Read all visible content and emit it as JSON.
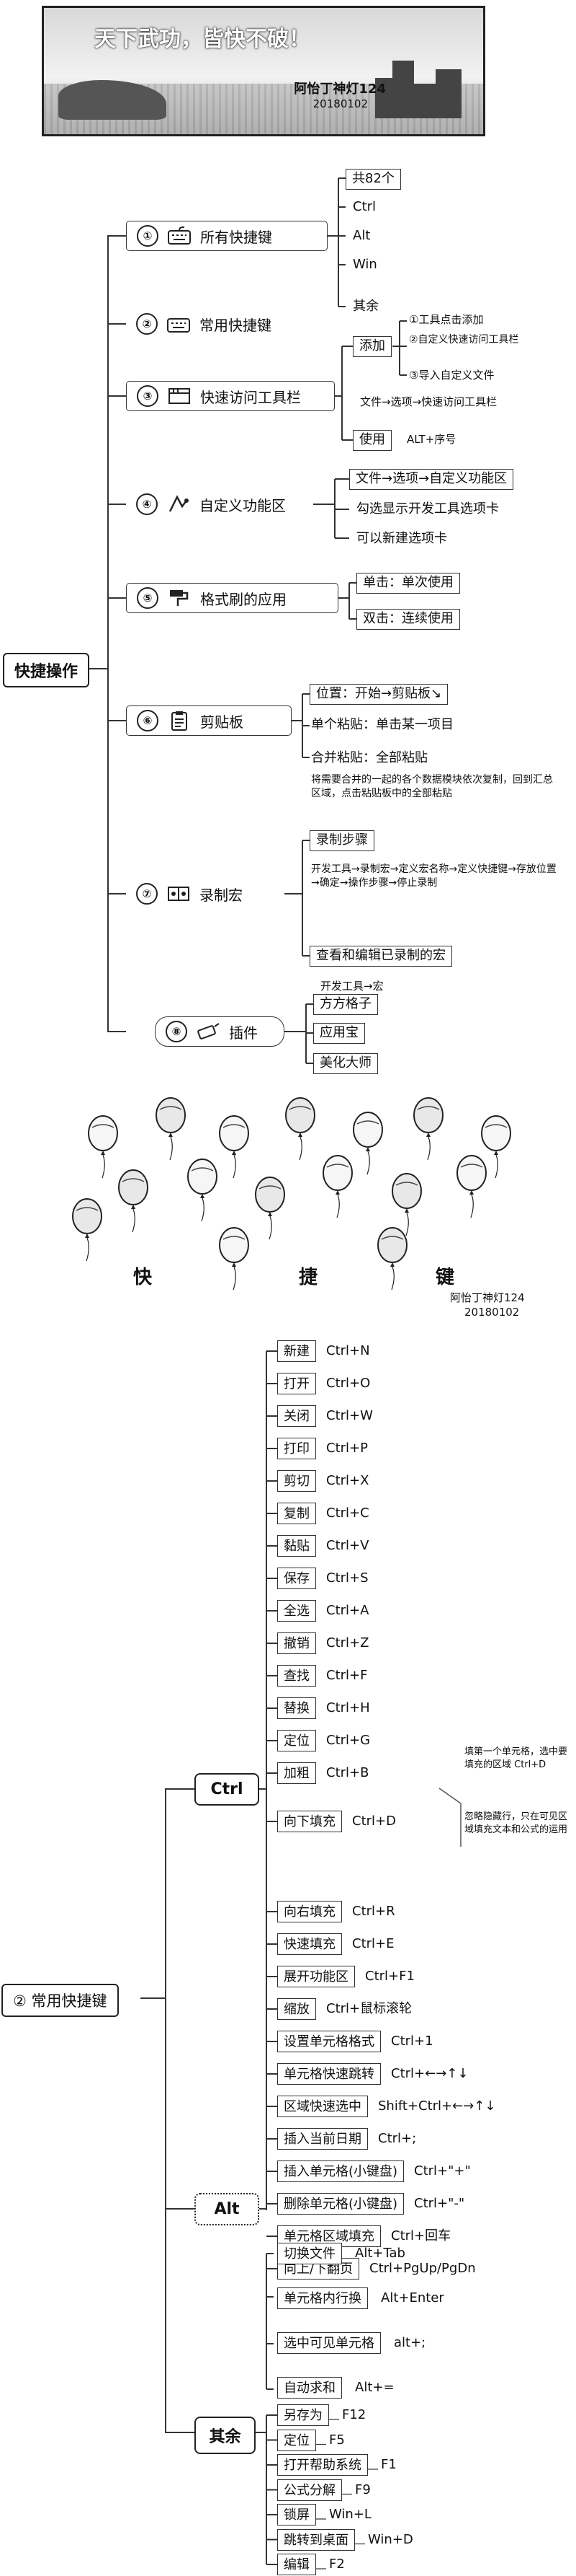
{
  "banner": {
    "slogan": "天下武功，皆快不破！",
    "author": "阿怡丁神灯124",
    "date": "20180102"
  },
  "part1": {
    "root": "快捷操作",
    "topics": [
      {
        "num": "①",
        "title": "所有快捷键",
        "icon": "keyboard-icon",
        "children": [
          "共82个",
          "Ctrl",
          "Alt",
          "Win",
          "其余"
        ]
      },
      {
        "num": "②",
        "title": "常用快捷键",
        "icon": "keyboard-icon"
      },
      {
        "num": "③",
        "title": "快速访问工具栏",
        "icon": "toolbar-icon",
        "add_label": "添加",
        "add_items": [
          "①工具点击添加",
          "②自定义快速访问工具栏",
          "③导入自定义文件"
        ],
        "add_note": "文件→选项→快速访问工具栏",
        "use_label": "使用",
        "use_value": "ALT+序号"
      },
      {
        "num": "④",
        "title": "自定义功能区",
        "icon": "ribbon-icon",
        "children": [
          "文件→选项→自定义功能区",
          "勾选显示开发工具选项卡",
          "可以新建选项卡"
        ]
      },
      {
        "num": "⑤",
        "title": "格式刷的应用",
        "icon": "brush-icon",
        "children": [
          "单击：单次使用",
          "双击：连续使用"
        ]
      },
      {
        "num": "⑥",
        "title": "剪贴板",
        "icon": "clipboard-icon",
        "children": [
          "位置：开始→剪贴板↘",
          "单个粘贴：单击某一项目",
          "合并粘贴：全部粘贴"
        ],
        "note": "将需要合并的一起的各个数据模块依次复制，回到汇总区域，点击粘贴板中的全部粘贴"
      },
      {
        "num": "⑦",
        "title": "录制宏",
        "icon": "macro-icon",
        "children": [
          "录制步骤",
          "查看和编辑已录制的宏"
        ],
        "record_note": "开发工具→录制宏→定义宏名称→定义快捷键→存放位置→确定→操作步骤→停止录制",
        "view_note": "开发工具→宏"
      },
      {
        "num": "⑧",
        "title": "插件",
        "icon": "plugin-icon",
        "children": [
          "方方格子",
          "应用宝",
          "美化大师"
        ]
      }
    ]
  },
  "divider": {
    "chars": [
      "快",
      "捷",
      "键"
    ],
    "author": "阿怡丁神灯124",
    "date": "20180102"
  },
  "part2": {
    "root": "② 常用快捷键",
    "ctrl": {
      "label": "Ctrl",
      "items": [
        {
          "cmd": "新建",
          "key": "Ctrl+N"
        },
        {
          "cmd": "打开",
          "key": "Ctrl+O"
        },
        {
          "cmd": "关闭",
          "key": "Ctrl+W"
        },
        {
          "cmd": "打印",
          "key": "Ctrl+P"
        },
        {
          "cmd": "剪切",
          "key": "Ctrl+X"
        },
        {
          "cmd": "复制",
          "key": "Ctrl+C"
        },
        {
          "cmd": "黏贴",
          "key": "Ctrl+V"
        },
        {
          "cmd": "保存",
          "key": "Ctrl+S"
        },
        {
          "cmd": "全选",
          "key": "Ctrl+A"
        },
        {
          "cmd": "撤销",
          "key": "Ctrl+Z"
        },
        {
          "cmd": "查找",
          "key": "Ctrl+F"
        },
        {
          "cmd": "替换",
          "key": "Ctrl+H"
        },
        {
          "cmd": "定位",
          "key": "Ctrl+G"
        },
        {
          "cmd": "加粗",
          "key": "Ctrl+B"
        },
        {
          "cmd": "向下填充",
          "key": "Ctrl+D"
        },
        {
          "cmd": "向右填充",
          "key": "Ctrl+R"
        },
        {
          "cmd": "快速填充",
          "key": "Ctrl+E"
        },
        {
          "cmd": "展开功能区",
          "key": "Ctrl+F1"
        },
        {
          "cmd": "缩放",
          "key": "Ctrl+鼠标滚轮"
        },
        {
          "cmd": "设置单元格格式",
          "key": "Ctrl+1"
        },
        {
          "cmd": "单元格快速跳转",
          "key": "Ctrl+←→↑↓"
        },
        {
          "cmd": "区域快速选中",
          "key": "Shift+Ctrl+←→↑↓"
        },
        {
          "cmd": "插入当前日期",
          "key": "Ctrl+;"
        },
        {
          "cmd": "插入单元格(小键盘)",
          "key": "Ctrl+\"+\""
        },
        {
          "cmd": "删除单元格(小键盘)",
          "key": "Ctrl+\"-\""
        },
        {
          "cmd": "单元格区域填充",
          "key": "Ctrl+回车"
        },
        {
          "cmd": "向上/下翻页",
          "key": "Ctrl+PgUp/PgDn"
        }
      ],
      "fill_note1": "填第一个单元格，选中要填充的区域 Ctrl+D",
      "fill_note2": "忽略隐藏行，只在可见区域填充文本和公式的运用"
    },
    "alt": {
      "label": "Alt",
      "items": [
        {
          "cmd": "切换文件",
          "key": "Alt+Tab"
        },
        {
          "cmd": "单元格内行换",
          "key": "Alt+Enter"
        },
        {
          "cmd": "选中可见单元格",
          "key": "alt+;"
        },
        {
          "cmd": "自动求和",
          "key": "Alt+="
        }
      ]
    },
    "other": {
      "label": "其余",
      "items": [
        {
          "cmd": "另存为",
          "key": "F12"
        },
        {
          "cmd": "定位",
          "key": "F5"
        },
        {
          "cmd": "打开帮助系统",
          "key": "F1"
        },
        {
          "cmd": "公式分解",
          "key": "F9"
        },
        {
          "cmd": "锁屏",
          "key": "Win+L"
        },
        {
          "cmd": "跳转到桌面",
          "key": "Win+D"
        },
        {
          "cmd": "编辑",
          "key": "F2"
        }
      ]
    }
  }
}
